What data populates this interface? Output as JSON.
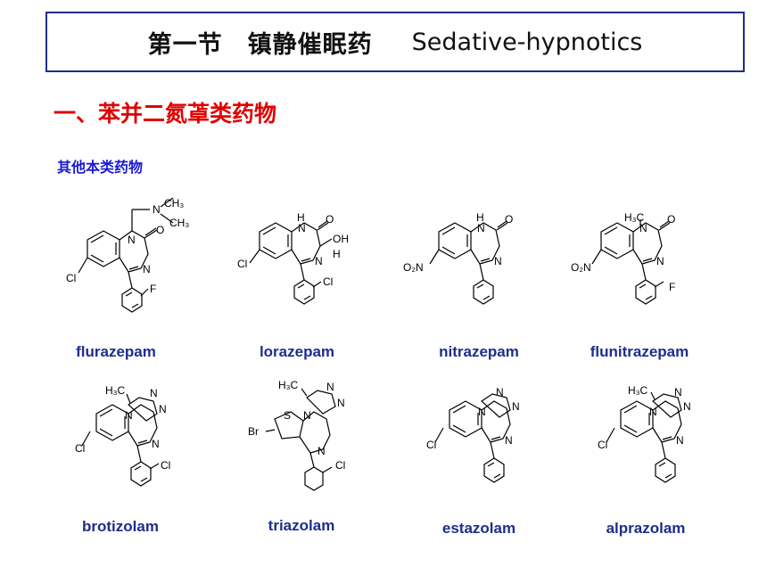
{
  "header": {
    "title_zh": "第一节　镇静催眠药",
    "title_en": "Sedative-hypnotics"
  },
  "section": {
    "heading": "一、苯并二氮䓬类药物",
    "subheading": "其他本类药物"
  },
  "atoms": {
    "cl": "Cl",
    "f": "F",
    "br": "Br",
    "s": "S",
    "n": "N",
    "o": "O",
    "h": "H",
    "nh": "H",
    "oh": "OH",
    "o2n": "O₂N",
    "h3c": "H₃C",
    "ch3": "CH₃"
  },
  "drugs": [
    {
      "name": "flurazepam"
    },
    {
      "name": "lorazepam"
    },
    {
      "name": "nitrazepam"
    },
    {
      "name": "flunitrazepam"
    },
    {
      "name": "brotizolam"
    },
    {
      "name": "triazolam"
    },
    {
      "name": "estazolam"
    },
    {
      "name": "alprazolam"
    }
  ],
  "colors": {
    "title_border": "#1f2d8c",
    "heading": "#e00000",
    "subheading": "#1a1ad8",
    "drug_name": "#1f2d8c"
  }
}
